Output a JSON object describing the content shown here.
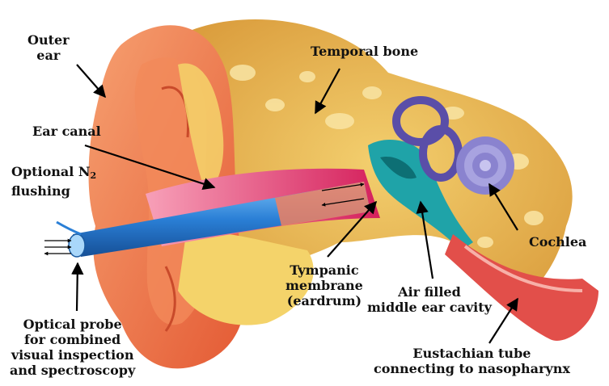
{
  "labels": {
    "outer_ear": {
      "line1": "Outer",
      "line2": "ear"
    },
    "temporal_bone": "Temporal bone",
    "ear_canal": "Ear canal",
    "n2_flushing": {
      "line1_prefix": "Optional N",
      "line1_sub": "2",
      "line2": "flushing"
    },
    "cochlea": "Cochlea",
    "tympanic": {
      "line1": "Tympanic",
      "line2": "membrane",
      "line3": "(eardrum)"
    },
    "air_filled": {
      "line1": "Air filled",
      "line2": "middle ear cavity"
    },
    "optical_probe": {
      "line1": "Optical probe",
      "line2": "for combined",
      "line3": "visual inspection",
      "line4": "and spectroscopy"
    },
    "eustachian": {
      "line1": "Eustachian tube",
      "line2": "connecting to nasopharynx"
    }
  },
  "colors": {
    "skin": "#f07a4a",
    "skin_light": "#f6a070",
    "bone": "#e9b24e",
    "bone_light": "#f7dc84",
    "canal": "#e0306a",
    "probe": "#2a7fd6",
    "probe_light": "#6fb6f2",
    "middle_ear": "#1fa3a8",
    "cochlea": "#6a5fb8",
    "arrow": "#000000"
  }
}
